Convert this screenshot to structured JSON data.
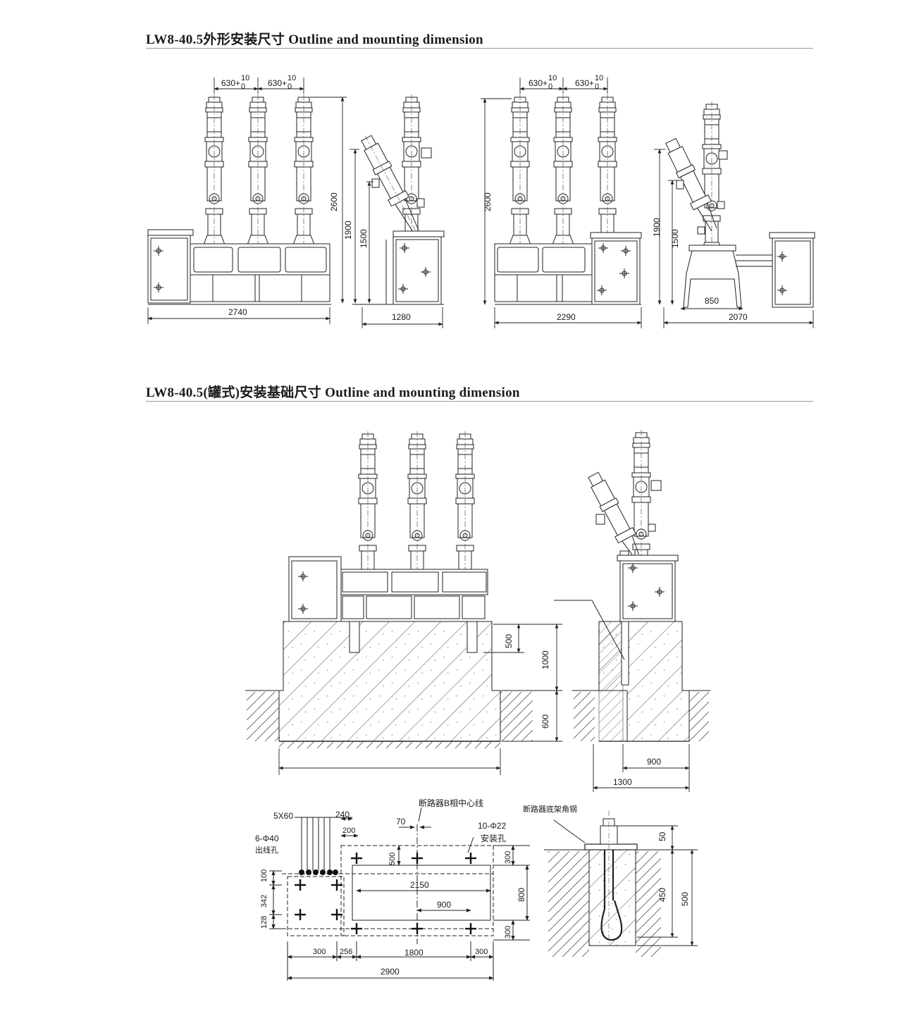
{
  "section1": {
    "title": "LW8-40.5外形安装尺寸  Outline and mounting dimension"
  },
  "section2": {
    "title": "LW8-40.5(罐式)安装基础尺寸  Outline and mounting dimension"
  },
  "dims1": {
    "pitch_a": "630+",
    "pitch_b": "630+",
    "tol_up": "10",
    "tol_dn": "0",
    "h2600": "2600",
    "h1900": "1900",
    "h1500": "1500",
    "w2740": "2740",
    "w1280": "1280"
  },
  "dims2": {
    "pitch_a": "630+",
    "pitch_b": "630+",
    "tol_up": "10",
    "tol_dn": "0",
    "h2600": "2600",
    "h1900": "1900",
    "h1500": "1500",
    "w2290": "2290",
    "w850": "850",
    "w2070": "2070"
  },
  "foundation": {
    "d500": "500",
    "d1000": "1000",
    "d600": "600",
    "w900": "900",
    "w1300": "1300"
  },
  "plan": {
    "slots": "5X60",
    "d240": "240",
    "d200": "200",
    "d70": "70",
    "holes_cable": "6-Φ40",
    "cable_label": "出线孔",
    "center_label": "断路器B相中心线",
    "holes_mount": "10-Φ22",
    "mount_label": "安装孔",
    "d500v": "500",
    "d100": "100",
    "d342": "342",
    "d128": "128",
    "d2150": "2150",
    "d900": "900",
    "d300a": "300",
    "d800": "800",
    "d300b": "300",
    "b300a": "300",
    "b256": "256",
    "b1800": "1800",
    "b300b": "300",
    "d2900": "2900"
  },
  "bolt": {
    "label": "断路器底架角钢",
    "d50": "50",
    "d450": "450",
    "d500": "500"
  }
}
